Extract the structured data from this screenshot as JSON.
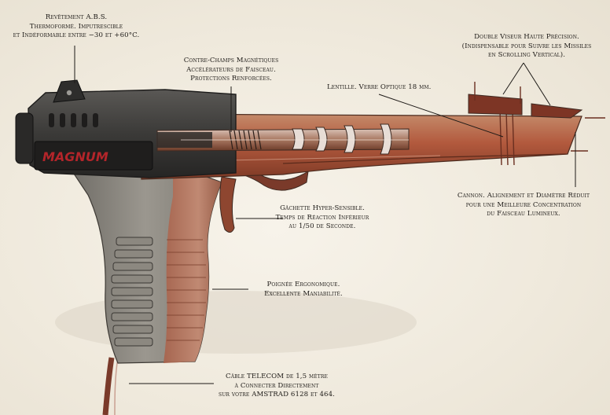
{
  "brand": "MAGNUM",
  "colors": {
    "body": "#3a3a3a",
    "barrel": "#b2593d",
    "grip": "#8e8c86",
    "accent": "#b3252a",
    "paper": "#f3efe6"
  },
  "annotations": {
    "coating": [
      "Revêtement A.B.S.",
      "Thermoformé. Imputrescible",
      "et Indéformable entre −30 et +60°C."
    ],
    "magnetic": [
      "Contre-Champs Magnétiques",
      "Accélérateurs de Faisceau.",
      "Protections Renforcées."
    ],
    "lens": [
      "Lentille. Verre Optique 18 mm."
    ],
    "sight": [
      "Double Viseur Haute Précision.",
      "(Indispensable pour Suivre les Missiles",
      "en Scrolling Vertical)."
    ],
    "barrel": [
      "Cannon. Alignement et Diamètre Réduit",
      "pour une Meilleure Concentration",
      "du Faisceau Lumineux."
    ],
    "trigger": [
      "Gâchette Hyper-Sensible.",
      "Temps de Réaction Inférieur",
      "au 1/50 de Seconde."
    ],
    "grip": [
      "Poignée Ergonomique.",
      "Excellente Maniabilité."
    ],
    "cable": [
      "Câble TELECOM de 1,5 mètre",
      "à Connecter Directement",
      "sur votre AMSTRAD 6128 et 464."
    ]
  }
}
